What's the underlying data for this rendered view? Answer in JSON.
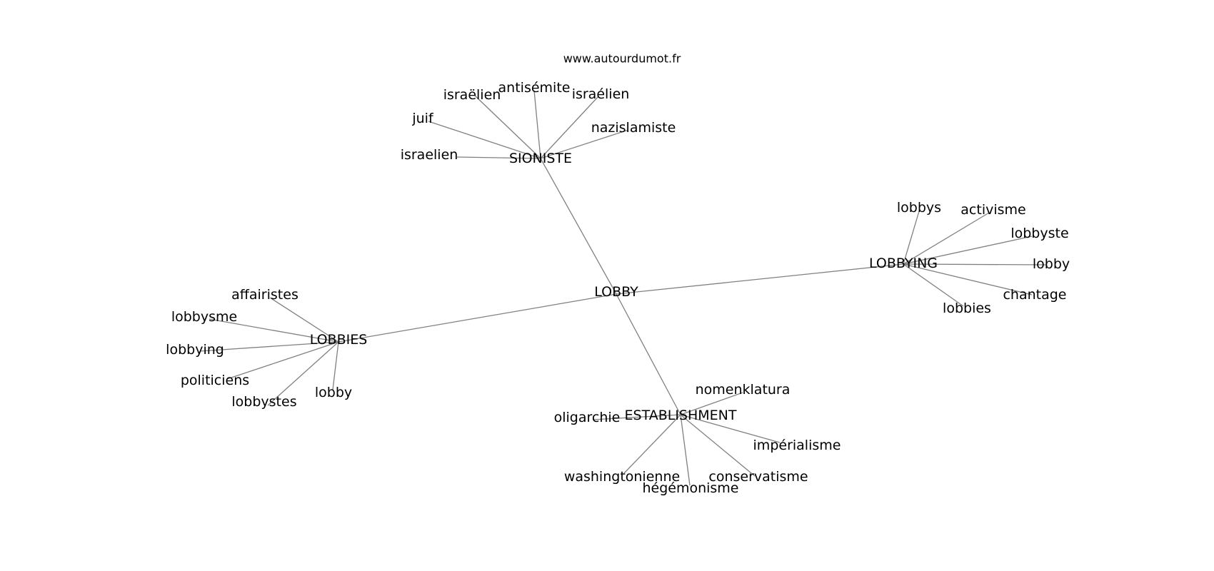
{
  "source_credit": "www.autourdumot.fr",
  "colors": {
    "edge": "#808080",
    "text": "#000000",
    "background": "#ffffff"
  },
  "graph": {
    "root": "LOBBY",
    "hubs": [
      {
        "label": "SIONISTE",
        "words": [
          "israelien",
          "juif",
          "israëlien",
          "antisémite",
          "israélien",
          "nazislamiste"
        ]
      },
      {
        "label": "LOBBYING",
        "words": [
          "lobbys",
          "activisme",
          "lobbyste",
          "lobby",
          "chantage",
          "lobbies"
        ]
      },
      {
        "label": "LOBBIES",
        "words": [
          "affairistes",
          "lobbysme",
          "lobbying",
          "politiciens",
          "lobbystes",
          "lobby"
        ]
      },
      {
        "label": "ESTABLISHMENT",
        "words": [
          "nomenklatura",
          "oligarchie",
          "impérialisme",
          "washingtonienne",
          "hégémonisme",
          "conservatisme"
        ]
      }
    ]
  }
}
